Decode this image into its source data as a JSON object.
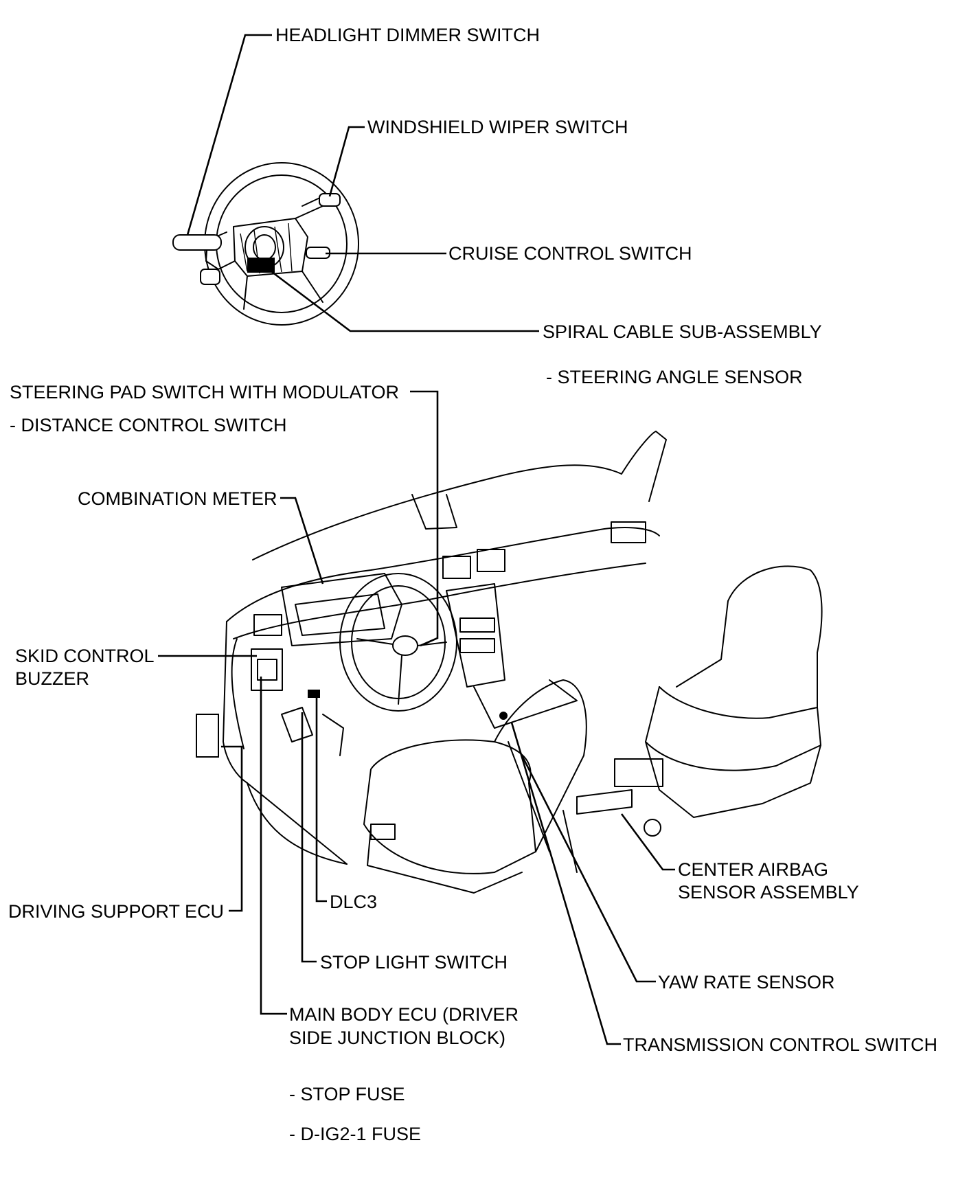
{
  "labels": {
    "headlight_dimmer_switch": "HEADLIGHT DIMMER SWITCH",
    "windshield_wiper_switch": "WINDSHIELD WIPER SWITCH",
    "cruise_control_switch": "CRUISE CONTROL SWITCH",
    "spiral_cable": "SPIRAL CABLE SUB-ASSEMBLY",
    "spiral_cable_sub": "- STEERING ANGLE SENSOR",
    "steering_pad_switch": "STEERING PAD SWITCH WITH MODULATOR",
    "steering_pad_sub": "- DISTANCE CONTROL SWITCH",
    "combination_meter": "COMBINATION METER",
    "skid_control_line1": "SKID CONTROL",
    "skid_control_line2": "BUZZER",
    "driving_support_ecu": "DRIVING SUPPORT ECU",
    "dlc3": "DLC3",
    "stop_light_switch": "STOP LIGHT SWITCH",
    "main_body_line1": "MAIN BODY ECU (DRIVER",
    "main_body_line2": "SIDE JUNCTION BLOCK)",
    "stop_fuse": "- STOP FUSE",
    "d_ig2_fuse": "- D-IG2-1 FUSE",
    "center_airbag_line1": "CENTER AIRBAG",
    "center_airbag_line2": "SENSOR ASSEMBLY",
    "yaw_rate_sensor": "YAW RATE SENSOR",
    "transmission_control_switch": "TRANSMISSION CONTROL SWITCH"
  }
}
